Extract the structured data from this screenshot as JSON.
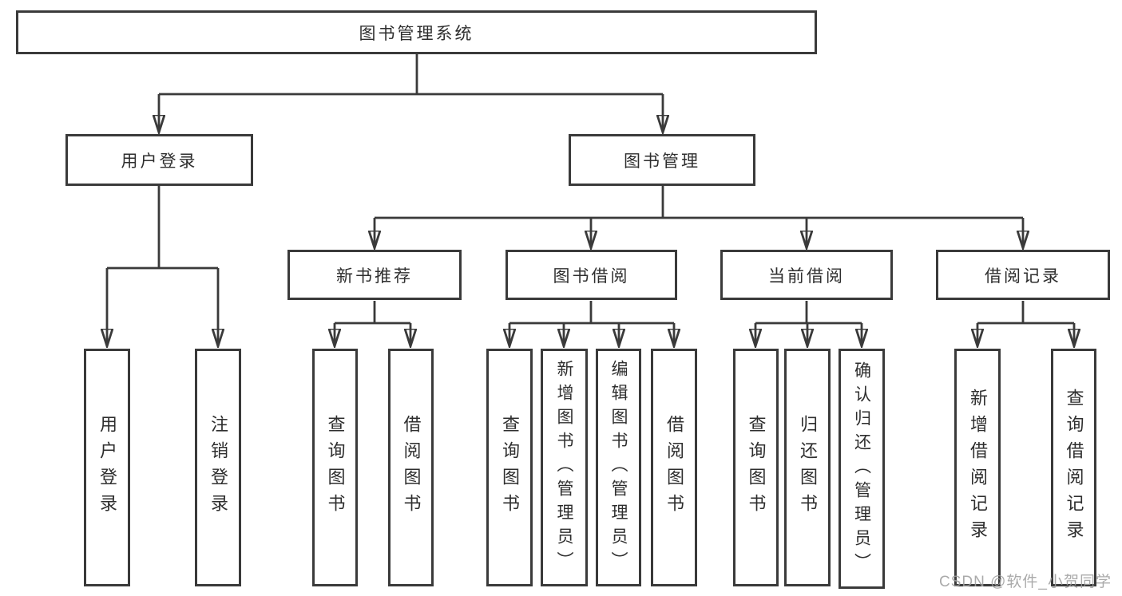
{
  "colors": {
    "line": "#3a3a3a",
    "box_border": "#3a3a3a",
    "text": "#2e2e2e",
    "watermark": "#9e9e9e",
    "background": "#ffffff"
  },
  "tree": {
    "label": "图书管理系统",
    "children": [
      {
        "label": "用户登录",
        "children": [
          {
            "label": "用户登录"
          },
          {
            "label": "注销登录"
          }
        ]
      },
      {
        "label": "图书管理",
        "children": [
          {
            "label": "新书推荐",
            "children": [
              {
                "label": "查询图书"
              },
              {
                "label": "借阅图书"
              }
            ]
          },
          {
            "label": "图书借阅",
            "children": [
              {
                "label": "查询图书"
              },
              {
                "label": "新增图书（管理员）"
              },
              {
                "label": "编辑图书（管理员）"
              },
              {
                "label": "借阅图书"
              }
            ]
          },
          {
            "label": "当前借阅",
            "children": [
              {
                "label": "查询图书"
              },
              {
                "label": "归还图书"
              },
              {
                "label": "确认归还（管理员）"
              }
            ]
          },
          {
            "label": "借阅记录",
            "children": [
              {
                "label": "新增借阅记录"
              },
              {
                "label": "查询借阅记录"
              }
            ]
          }
        ]
      }
    ]
  },
  "watermark": "CSDN @软件_小贺同学"
}
